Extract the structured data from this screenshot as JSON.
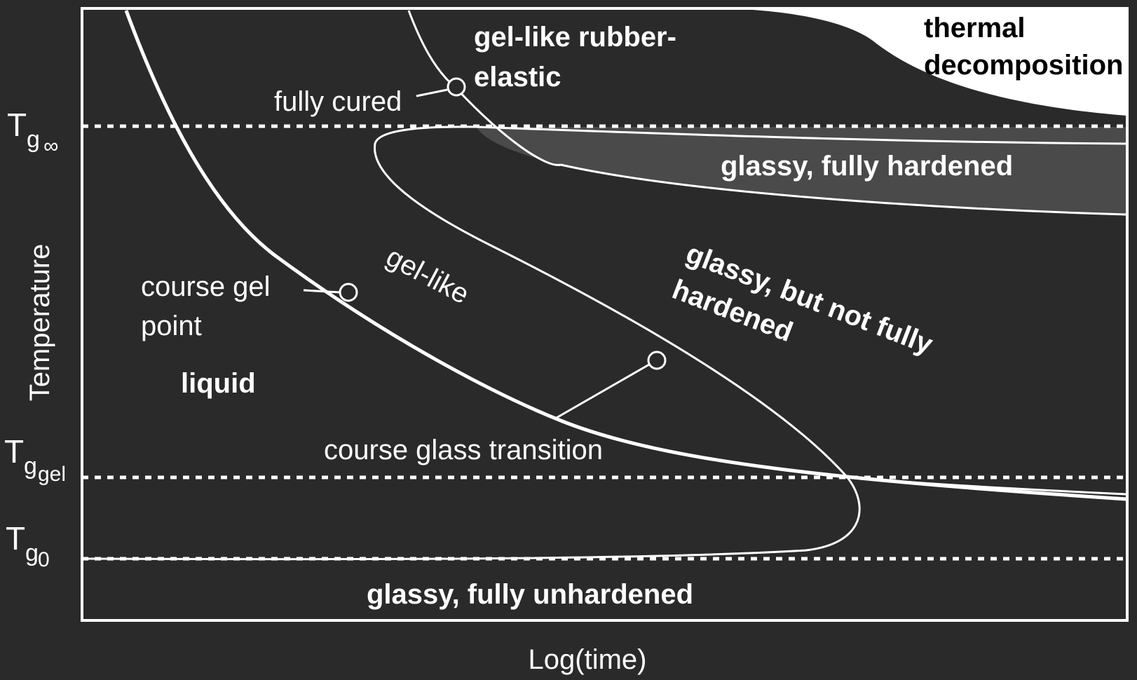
{
  "diagram": {
    "axes": {
      "x_label": "Log(time)",
      "y_label": "Temperature"
    },
    "temperature_levels": [
      {
        "symbol": "T",
        "subscript": "g",
        "sub_subscript": "∞"
      },
      {
        "symbol": "T",
        "subscript": "g",
        "sub_subscript": "gel"
      },
      {
        "symbol": "T",
        "subscript": "g",
        "sub_subscript": "0"
      }
    ],
    "regions": {
      "thermal_decomposition": [
        "thermal",
        "decomposition"
      ],
      "gel_rubber": [
        "gel-like rubber-",
        "elastic"
      ],
      "glassy_full": "glassy, fully hardened",
      "glassy_partial": [
        "glassy, but not fully",
        "hardened"
      ],
      "gel_like": "gel-like",
      "liquid": "liquid",
      "glassy_unhardened": "glassy, fully unhardened"
    },
    "annotations": {
      "fully_cured": "fully cured",
      "gel_point": [
        "course gel",
        "point"
      ],
      "glass_transition": "course glass transition"
    },
    "colors": {
      "background": "#2a2a2a",
      "line": "#ffffff",
      "glassy_hardened_fill": "#4a4a4a",
      "decomposition_fill": "#ffffff"
    }
  }
}
